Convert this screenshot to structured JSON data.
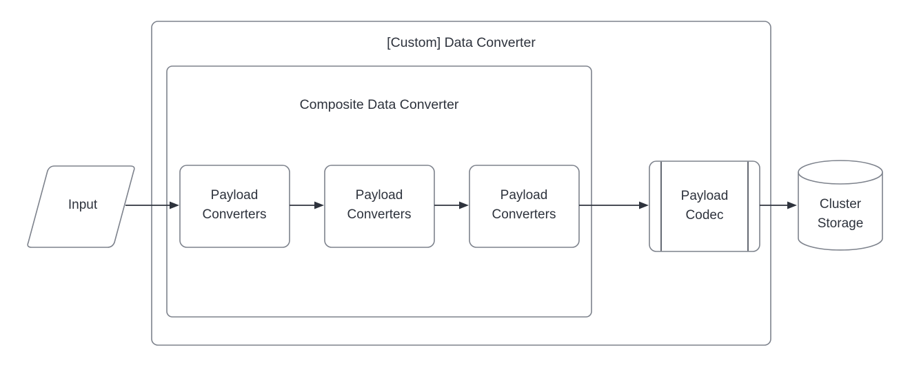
{
  "diagram": {
    "type": "flowchart",
    "title": "[Custom] Data Converter",
    "background_color": "#ffffff",
    "stroke_color": "#7d828c",
    "text_color": "#2d323c",
    "connector_color": "#2e333d",
    "containers": [
      {
        "id": "custom-data-converter",
        "label": "[Custom] Data Converter",
        "shape": "rounded-rectangle"
      },
      {
        "id": "composite-data-converter",
        "label": "Composite Data Converter",
        "shape": "rounded-rectangle"
      }
    ],
    "nodes": [
      {
        "id": "input",
        "label": "Input",
        "shape": "parallelogram"
      },
      {
        "id": "payload-converters-1",
        "label_line1": "Payload",
        "label_line2": "Converters",
        "shape": "rounded-rectangle"
      },
      {
        "id": "payload-converters-2",
        "label_line1": "Payload",
        "label_line2": "Converters",
        "shape": "rounded-rectangle"
      },
      {
        "id": "payload-converters-3",
        "label_line1": "Payload",
        "label_line2": "Converters",
        "shape": "rounded-rectangle"
      },
      {
        "id": "payload-codec",
        "label_line1": "Payload",
        "label_line2": "Codec",
        "shape": "subprocess"
      },
      {
        "id": "cluster-storage",
        "label_line1": "Cluster",
        "label_line2": "Storage",
        "shape": "cylinder"
      }
    ],
    "edges": [
      {
        "id": "edge-input-to-pc1",
        "from": "input",
        "to": "payload-converters-1",
        "arrow": "arrow-right"
      },
      {
        "id": "edge-pc1-to-pc2",
        "from": "payload-converters-1",
        "to": "payload-converters-2",
        "arrow": "arrow-right"
      },
      {
        "id": "edge-pc2-to-pc3",
        "from": "payload-converters-2",
        "to": "payload-converters-3",
        "arrow": "arrow-right"
      },
      {
        "id": "edge-pc3-to-codec",
        "from": "payload-converters-3",
        "to": "payload-codec",
        "arrow": "arrow-right"
      },
      {
        "id": "edge-codec-to-storage",
        "from": "payload-codec",
        "to": "cluster-storage",
        "arrow": "arrow-right"
      }
    ]
  }
}
